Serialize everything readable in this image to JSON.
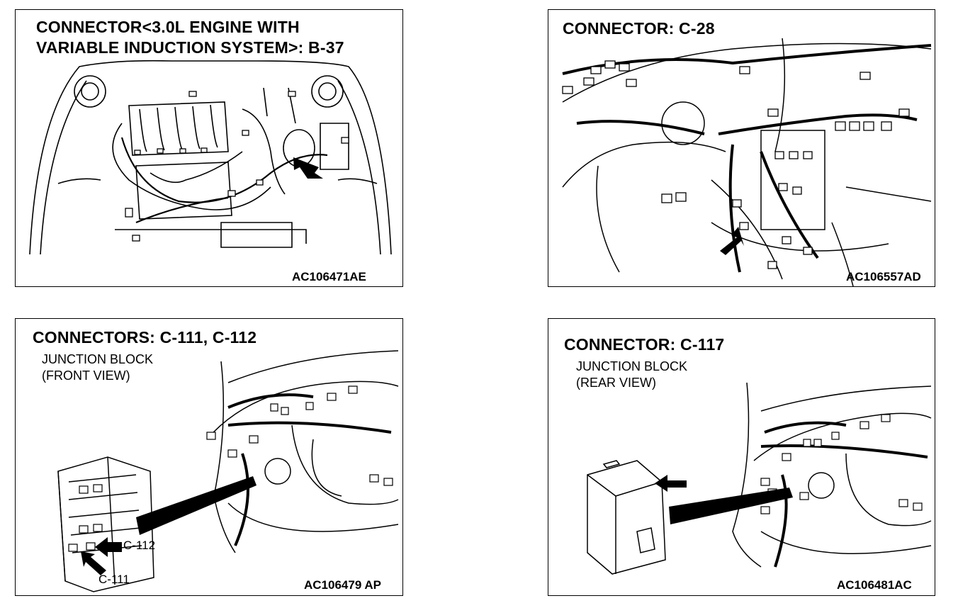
{
  "panels": [
    {
      "title_line1": "CONNECTOR<3.0L ENGINE WITH",
      "title_line2": "VARIABLE INDUCTION SYSTEM>: B-37",
      "code": "AC106471AE"
    },
    {
      "title_line1": "CONNECTOR: C-28",
      "code": "AC106557AD"
    },
    {
      "title_line1": "CONNECTORS: C-111, C-112",
      "sub_line1": "JUNCTION BLOCK",
      "sub_line2": "(FRONT VIEW)",
      "label_a": "C-112",
      "label_b": "C-111",
      "code": "AC106479 AP"
    },
    {
      "title_line1": "CONNECTOR: C-117",
      "sub_line1": "JUNCTION BLOCK",
      "sub_line2": "(REAR VIEW)",
      "code": "AC106481AC"
    }
  ]
}
